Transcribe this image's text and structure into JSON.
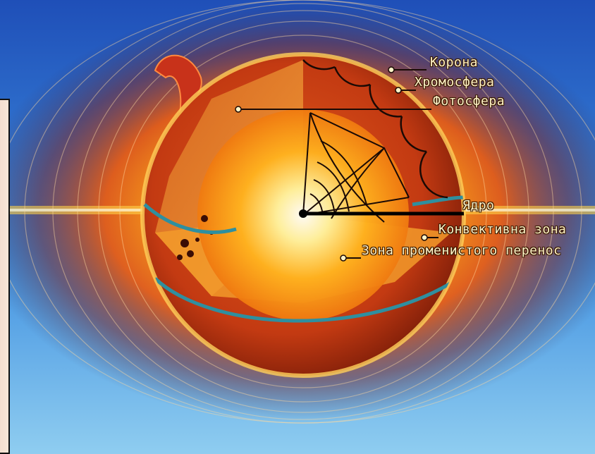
{
  "diagram": {
    "labels": {
      "corona": "Корона",
      "chromosphere": "Хромосфера",
      "photosphere": "Фотосфера",
      "core": "Ядро",
      "convective_zone": "Конвективна зона",
      "radiative_zone": "Зона променистого перенос"
    }
  },
  "colors": {
    "sky_top": "#1f4fb8",
    "sky_bottom": "#7fc3ec",
    "sun_surface": "#c83a12",
    "glow": "#ff9a1a",
    "core": "#fff2a0",
    "band": "#2f8f9f",
    "label_text": "#fff4c8"
  }
}
